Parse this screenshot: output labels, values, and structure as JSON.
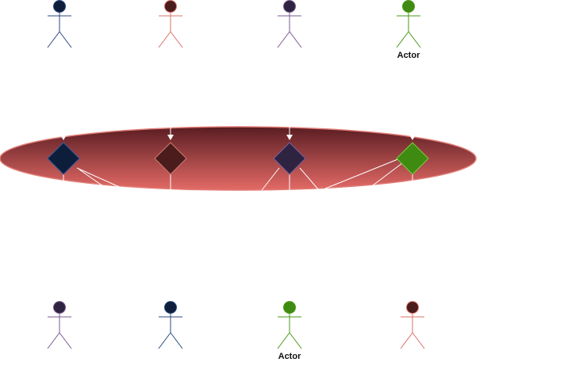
{
  "diagram": {
    "ellipse": {
      "fill_top": "#5a1d22",
      "fill_bottom": "#e36a66",
      "stroke": "#e07a74"
    },
    "connector_color": "#ffffff",
    "actor_label": "Actor",
    "top_actors": [
      {
        "id": "top-actor-1",
        "color": "#2b4a7e",
        "head": "#0f1e3a",
        "label": ""
      },
      {
        "id": "top-actor-2",
        "color": "#d9736a",
        "head": "#4a1c1c",
        "label": ""
      },
      {
        "id": "top-actor-3",
        "color": "#7a5a90",
        "head": "#2e2340",
        "label": ""
      },
      {
        "id": "top-actor-4",
        "color": "#4a9a1a",
        "head": "#3f8a10",
        "label": "Actor"
      }
    ],
    "diamonds": [
      {
        "id": "diamond-1",
        "fill": "#0c1e3a",
        "stroke": "#3a5a9a"
      },
      {
        "id": "diamond-2",
        "fill": "#4a1c1c",
        "stroke": "#d07a70"
      },
      {
        "id": "diamond-3",
        "fill": "#2e2340",
        "stroke": "#7a60a0"
      },
      {
        "id": "diamond-4",
        "fill": "#3f8a10",
        "stroke": "#7acc40"
      }
    ],
    "bottom_actors": [
      {
        "id": "bottom-actor-1",
        "color": "#7a5a90",
        "head": "#2e2340",
        "label": ""
      },
      {
        "id": "bottom-actor-2",
        "color": "#2b4a7e",
        "head": "#0f1e3a",
        "label": ""
      },
      {
        "id": "bottom-actor-3",
        "color": "#4a9a1a",
        "head": "#3f8a10",
        "label": "Actor"
      },
      {
        "id": "bottom-actor-4",
        "color": "#d9736a",
        "head": "#4a1c1c",
        "label": ""
      }
    ]
  }
}
